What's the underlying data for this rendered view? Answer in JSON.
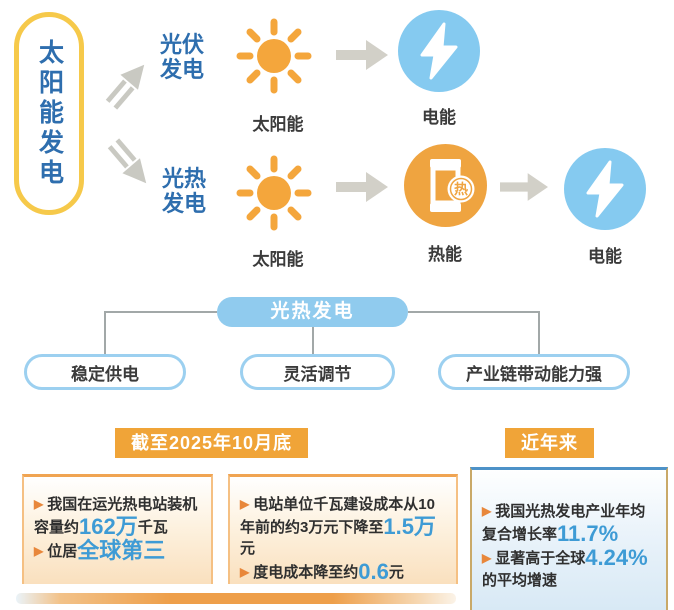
{
  "title": {
    "root": "太阳能发电"
  },
  "flow": {
    "row1": {
      "branch": "光伏\n发电",
      "sun_label": "太阳能",
      "power_label": "电能"
    },
    "row2": {
      "branch": "光热\n发电",
      "sun_label": "太阳能",
      "heat_label": "热能",
      "heat_glyph": "热",
      "power_label": "电能"
    }
  },
  "tree": {
    "root": "光热发电",
    "children": [
      "稳定供电",
      "灵活调节",
      "产业链带动能力强"
    ]
  },
  "stats": {
    "bullet": "▶",
    "left_header": "截至2025年10月底",
    "right_header": "近年来",
    "box1": {
      "item1": {
        "pre": "我国在运光热电站装机容量约",
        "big": "162万",
        "post": "千瓦"
      },
      "item2": {
        "pre": "位居",
        "big": "全球第三",
        "post": ""
      }
    },
    "box2": {
      "item1": {
        "pre": "电站单位千瓦建设成本从10年前的约3万元下降至",
        "big": "1.5万",
        "post": "元"
      },
      "item2": {
        "pre": "度电成本降至约",
        "big": "0.6",
        "post": "元"
      }
    },
    "box3": {
      "item1": {
        "pre": "我国光热发电产业年均复合增长率",
        "big": "11.7%",
        "post": ""
      },
      "item2": {
        "pre": "显著高于全球",
        "big": "4.24%",
        "post": "的平均增速"
      }
    }
  },
  "colors": {
    "oval_border": "#F6C94A",
    "blue_text": "#2E6EAE",
    "sun_orange": "#F4A63C",
    "gray_arrow": "#C9C9C2",
    "block_arrow": "#D2D0C8",
    "electric_circle": "#85CAF0",
    "heat_circle": "#EFA440",
    "pill_blue": "#90CBEE",
    "header_orange": "#F0A438",
    "big_number_blue": "#3E9BD5"
  }
}
